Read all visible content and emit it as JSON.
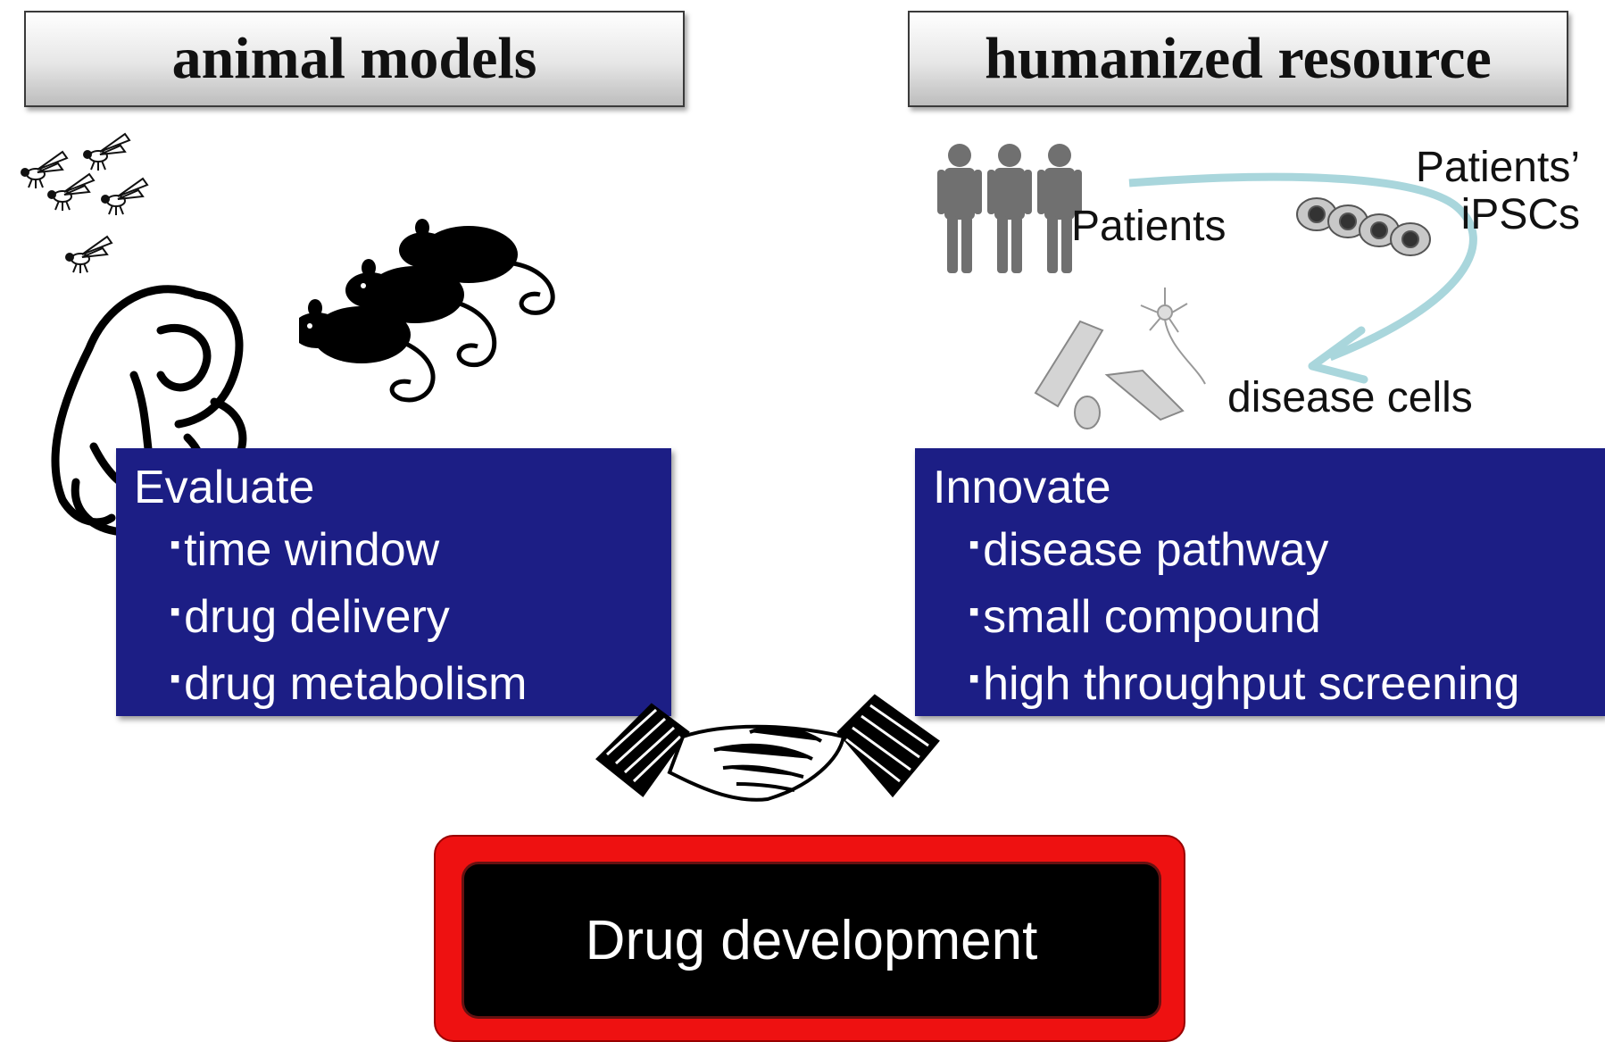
{
  "headers": {
    "left": "animal models",
    "right": "humanized resource"
  },
  "left_box": {
    "title": "Evaluate",
    "items": [
      "time window",
      "drug delivery",
      "drug metabolism"
    ]
  },
  "right_box": {
    "title": "Innovate",
    "items": [
      "disease pathway",
      "small compound",
      "high throughput screening"
    ]
  },
  "labels": {
    "patients": "Patients",
    "ipscs_line1": "Patients’",
    "ipscs_line2": "iPSCs",
    "disease_cells": "disease cells"
  },
  "bottom": {
    "label": "Drug development"
  },
  "colors": {
    "box_blue": "#1c1e85",
    "arrow": "#a9d6dc",
    "outer_red": "#ee1111",
    "person_gray": "#707070"
  },
  "icons": [
    "fly-icon",
    "monkey-icon",
    "mouse-icon",
    "person-icon",
    "cell-icon",
    "neuron-icon",
    "handshake-icon"
  ]
}
